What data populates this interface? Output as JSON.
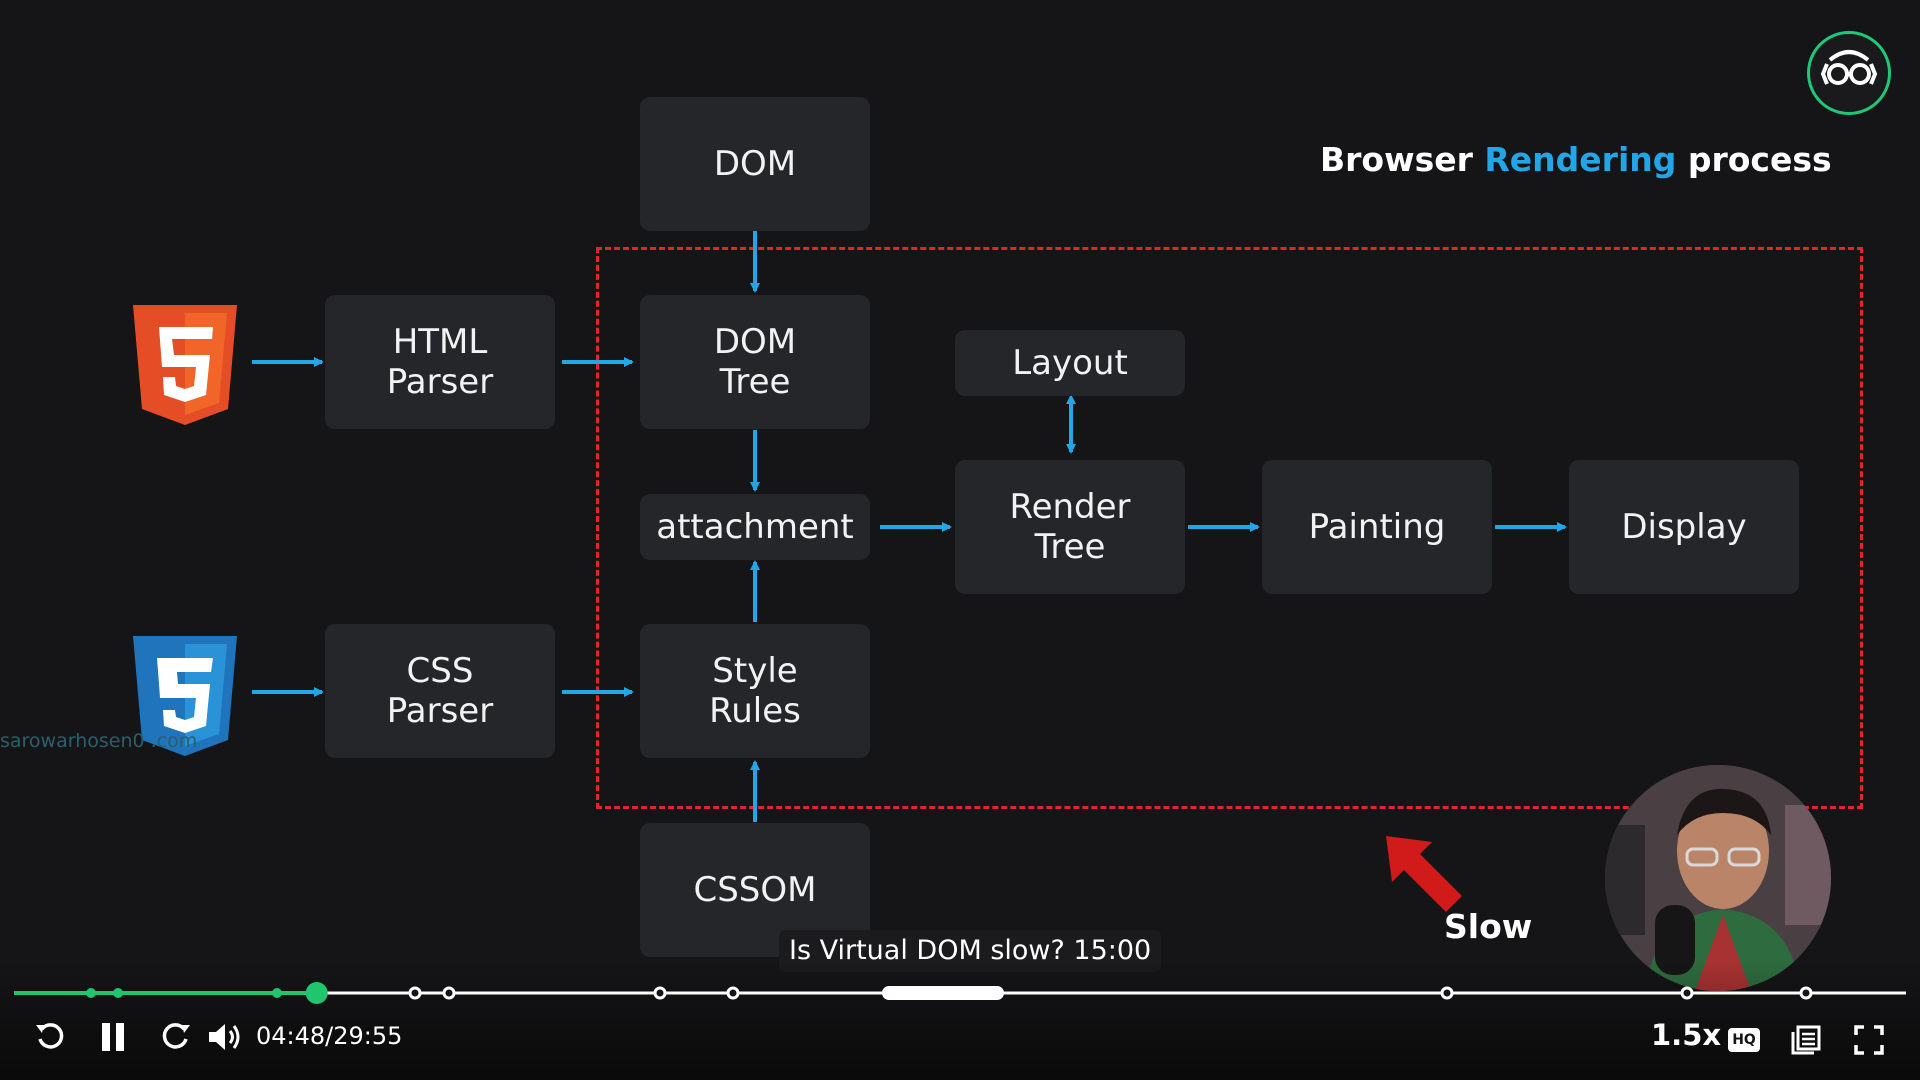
{
  "diagram": {
    "title_prefix": "Browser ",
    "title_accent": "Rendering",
    "title_suffix": " process",
    "nodes": {
      "dom": "DOM",
      "html_parser": "HTML\nParser",
      "dom_tree": "DOM\nTree",
      "layout": "Layout",
      "attachment": "attachment",
      "render_tree": "Render\nTree",
      "painting": "Painting",
      "display": "Display",
      "css_parser": "CSS\nParser",
      "style_rules": "Style\nRules",
      "cssom": "CSSOM"
    },
    "slow_label": "Slow",
    "html5_icon": "html5-logo-icon",
    "css3_icon": "css3-logo-icon",
    "watermark": "sarowarhosen0        .com",
    "colors": {
      "background": "#151517",
      "node": "#25262a",
      "arrow": "#22a6e8",
      "dashed_border": "#e0262b",
      "accent": "#22a6e8",
      "slow_arrow": "#d11a1a",
      "html5": "#e44d26",
      "css3": "#1f74bb"
    }
  },
  "player": {
    "chapter_tooltip": "Is Virtual DOM slow? 15:00",
    "time": "04:48/29:55",
    "speed": "1.5x",
    "progress_fraction": 0.16,
    "buffered_color": "#1fc66e",
    "icons": {
      "replay": "rewind-icon",
      "pause": "pause-icon",
      "forward": "forward-icon",
      "volume": "volume-icon",
      "hq": "hq-icon",
      "transcript": "transcript-icon",
      "fullscreen": "fullscreen-icon"
    },
    "hq_label": "HQ"
  }
}
